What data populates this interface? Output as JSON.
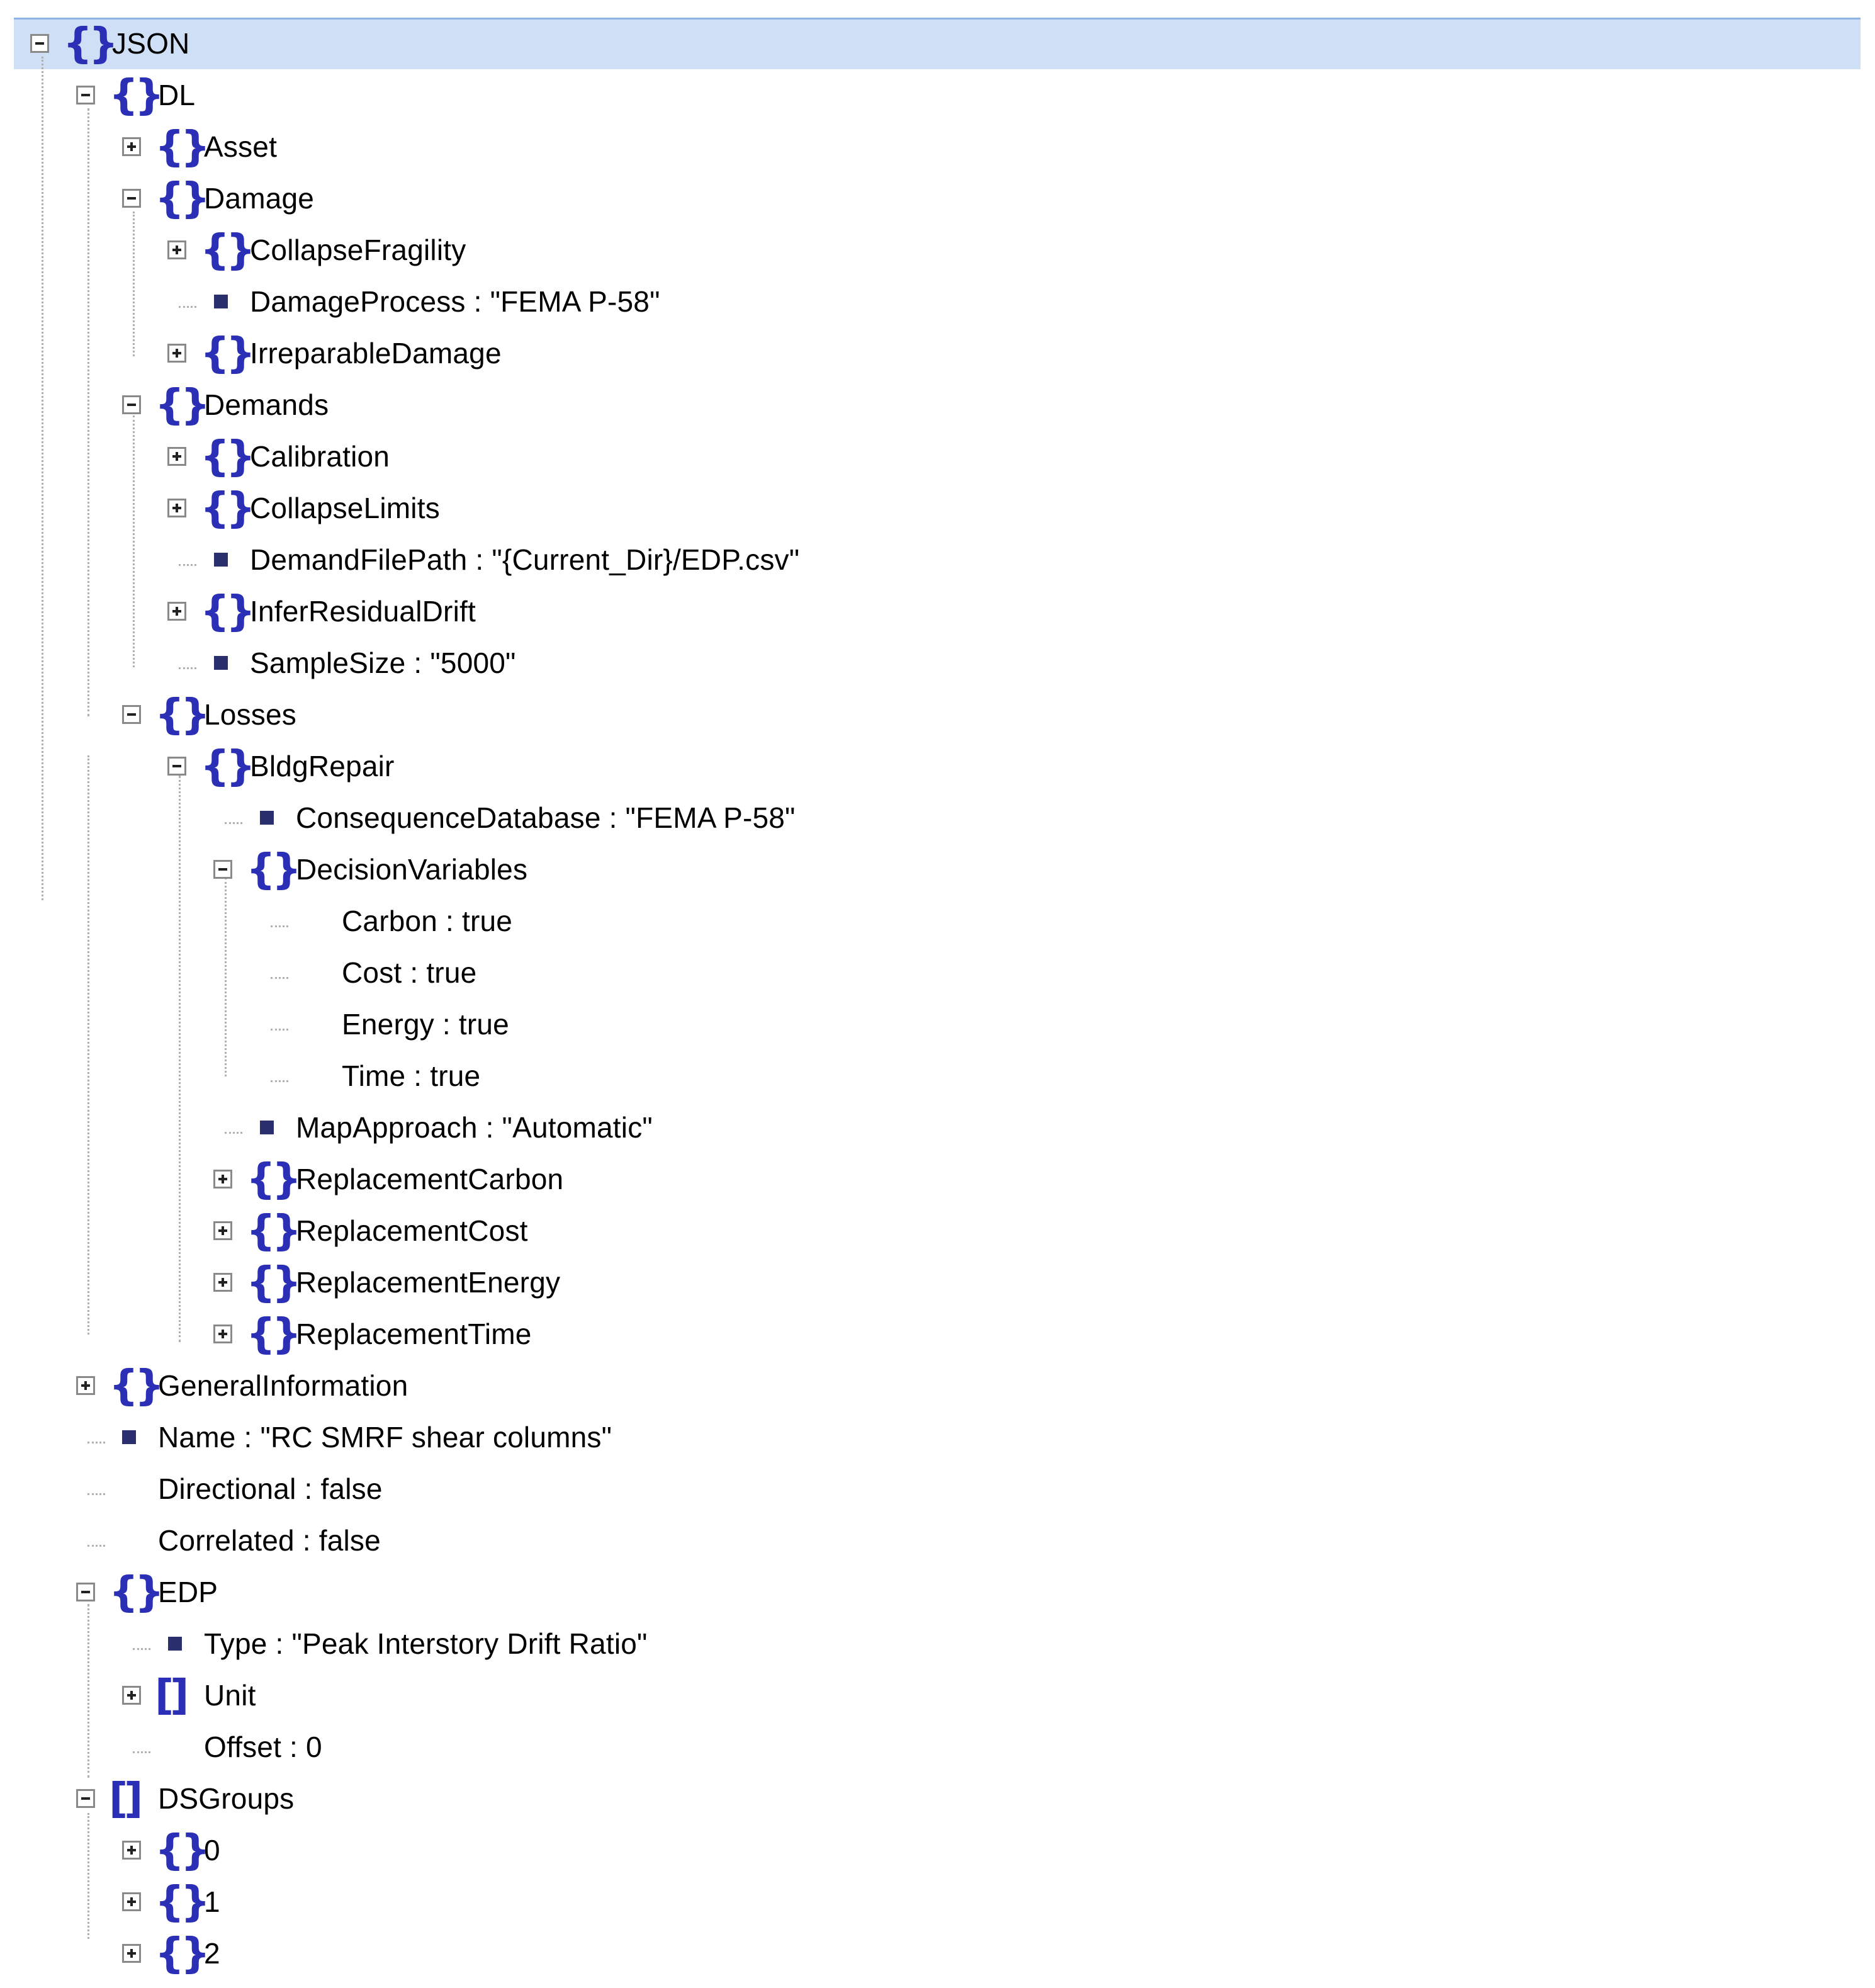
{
  "tree": {
    "root": "JSON",
    "dl": "DL",
    "asset": "Asset",
    "damage": "Damage",
    "collapse_fragility": "CollapseFragility",
    "damage_process": "DamageProcess : \"FEMA P-58\"",
    "irreparable_damage": "IrreparableDamage",
    "demands": "Demands",
    "calibration": "Calibration",
    "collapse_limits": "CollapseLimits",
    "demand_file_path": "DemandFilePath : \"{Current_Dir}/EDP.csv\"",
    "infer_residual_drift": "InferResidualDrift",
    "sample_size": "SampleSize : \"5000\"",
    "losses": "Losses",
    "bldg_repair": "BldgRepair",
    "consequence_database": "ConsequenceDatabase : \"FEMA P-58\"",
    "decision_variables": "DecisionVariables",
    "carbon": "Carbon : true",
    "cost": "Cost : true",
    "energy": "Energy : true",
    "time": "Time : true",
    "map_approach": "MapApproach : \"Automatic\"",
    "replacement_carbon": "ReplacementCarbon",
    "replacement_cost": "ReplacementCost",
    "replacement_energy": "ReplacementEnergy",
    "replacement_time": "ReplacementTime",
    "general_information": "GeneralInformation",
    "name": "Name : \"RC SMRF shear columns\"",
    "directional": "Directional : false",
    "correlated": "Correlated : false",
    "edp": "EDP",
    "type": "Type : \"Peak Interstory Drift Ratio\"",
    "unit": "Unit",
    "offset": "Offset : 0",
    "ds_groups": "DSGroups",
    "group_0": "0",
    "group_1": "1",
    "group_2": "2"
  },
  "icons": {
    "object": "object-braces-icon",
    "array": "array-brackets-icon",
    "value": "value-bullet-icon",
    "expand": "expand-plus-icon",
    "collapse": "collapse-minus-icon"
  },
  "colors": {
    "selection": "#cfe0f6",
    "icon": "#2b2fb5",
    "bullet": "#2b2f6e"
  }
}
